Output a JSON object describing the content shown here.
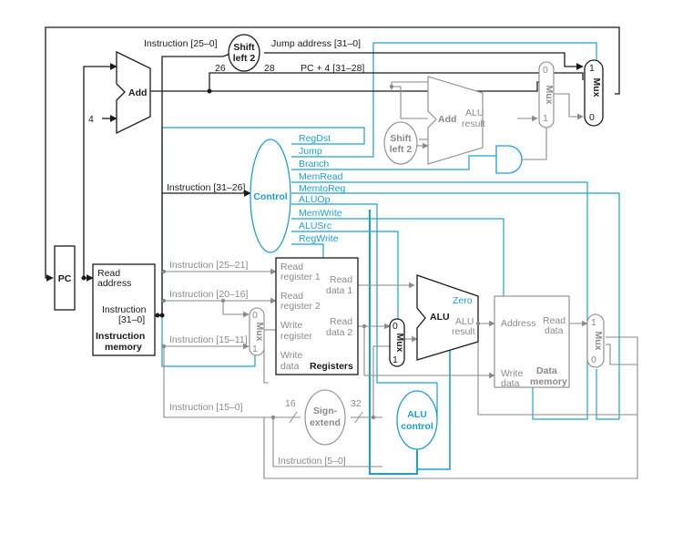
{
  "colors": {
    "active_black": "#1a1a1a",
    "inactive_gray": "#8a8a8a",
    "control_cyan": "#1aa0d8"
  },
  "labels": {
    "instruction_25_0": "Instruction [25–0]",
    "shift_left_2_top_a": "Shift",
    "shift_left_2_top_b": "left 2",
    "jump_address": "Jump address [31–0]",
    "bits_26": "26",
    "bits_28": "28",
    "pc_plus4": "PC + 4 [31–28]",
    "add_top": "Add",
    "const_4": "4",
    "mux_top_0": "0",
    "mux_top_1": "1",
    "mux_word": "Mux",
    "mux_jump_1": "1",
    "mux_jump_0": "0",
    "add_branch": "Add",
    "alu_result_a": "ALU",
    "alu_result_b": "result",
    "shift_left_2_a": "Shift",
    "shift_left_2_b": "left 2",
    "control": "Control",
    "regdst": "RegDst",
    "jump": "Jump",
    "branch": "Branch",
    "memread": "MemRead",
    "memtoreg": "MemtoReg",
    "aluop": "ALUOp",
    "memwrite": "MemWrite",
    "alusrc": "ALUSrc",
    "regwrite": "RegWrite",
    "instruction_31_26": "Instruction [31–26]",
    "pc": "PC",
    "read_address_a": "Read",
    "read_address_b": "address",
    "instruction_a": "Instruction",
    "instruction_b": "[31–0]",
    "instruction_memory_a": "Instruction",
    "instruction_memory_b": "memory",
    "instruction_25_21": "Instruction [25–21]",
    "instruction_20_16": "Instruction [20–16]",
    "instruction_15_11": "Instruction [15–11]",
    "instruction_15_0": "Instruction [15–0]",
    "instruction_5_0": "Instruction [5–0]",
    "read_register_1_a": "Read",
    "read_register_1_b": "register 1",
    "read_register_2_a": "Read",
    "read_register_2_b": "register 2",
    "write_register_a": "Write",
    "write_register_b": "register",
    "write_data_a": "Write",
    "write_data_b": "data",
    "read_data_1_a": "Read",
    "read_data_1_b": "data 1",
    "read_data_2_a": "Read",
    "read_data_2_b": "data 2",
    "registers": "Registers",
    "mux_reg_0": "0",
    "mux_reg_1": "1",
    "mux_alu_0": "0",
    "mux_alu_1": "1",
    "mux_mem_1": "1",
    "mux_mem_0": "0",
    "zero": "Zero",
    "alu": "ALU",
    "alu_res_a": "ALU",
    "alu_res_b": "result",
    "address": "Address",
    "read_data_mem_a": "Read",
    "read_data_mem_b": "data",
    "write_data_mem_a": "Write",
    "write_data_mem_b": "data",
    "data_memory_a": "Data",
    "data_memory_b": "memory",
    "sign_extend_a": "Sign-",
    "sign_extend_b": "extend",
    "bits_16": "16",
    "bits_32": "32",
    "alu_control_a": "ALU",
    "alu_control_b": "control"
  }
}
